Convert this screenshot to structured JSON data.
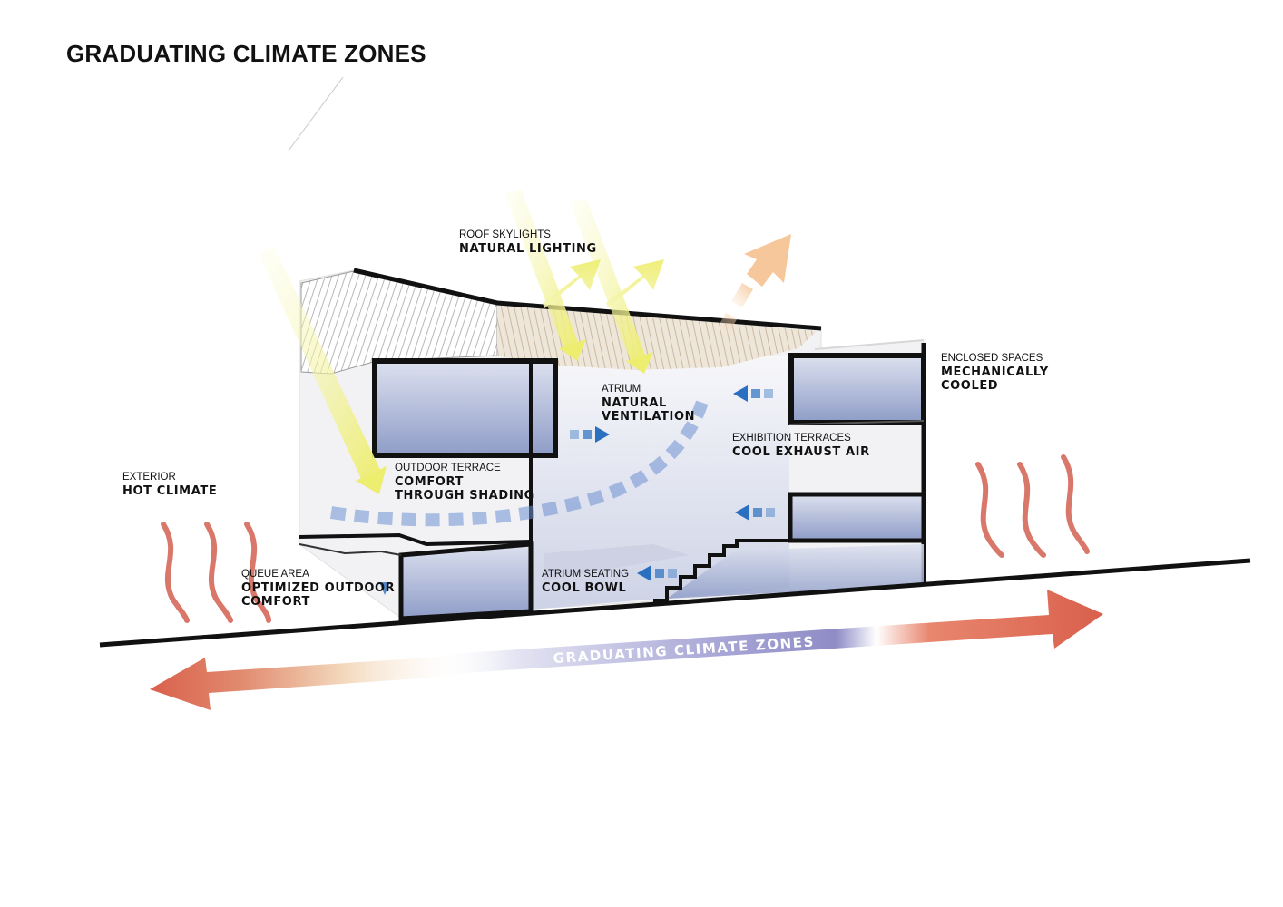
{
  "title": "GRADUATING CLIMATE ZONES",
  "labels": {
    "exterior": {
      "sub": "EXTERIOR",
      "main": [
        "HOT CLIMATE"
      ]
    },
    "queue": {
      "sub": "QUEUE AREA",
      "main": [
        "OPTIMIZED OUTDOOR",
        "COMFORT"
      ]
    },
    "terrace": {
      "sub": "OUTDOOR TERRACE",
      "main": [
        "COMFORT",
        "THROUGH SHADING"
      ]
    },
    "skylights": {
      "sub": "ROOF SKYLIGHTS",
      "main": [
        "NATURAL LIGHTING"
      ]
    },
    "atrium": {
      "sub": "ATRIUM",
      "main": [
        "NATURAL",
        "VENTILATION"
      ]
    },
    "seating": {
      "sub": "ATRIUM SEATING",
      "main": [
        "COOL BOWL"
      ]
    },
    "exhibition": {
      "sub": "EXHIBITION TERRACES",
      "main": [
        "COOL EXHAUST AIR"
      ]
    },
    "enclosed": {
      "sub": "ENCLOSED SPACES",
      "main": [
        "MECHANICALLY",
        "COOLED"
      ]
    }
  },
  "gradient_bar_label": "GRADUATING CLIMATE ZONES",
  "colors": {
    "hot": "#d9604c",
    "warm_fade": "#f3d9bd",
    "cool": "#8f8cc6",
    "sunlight": "#f0f07a",
    "airflow": "#2a6fc0",
    "interior_cool": "#8e9cc7",
    "structure": "#111111"
  }
}
